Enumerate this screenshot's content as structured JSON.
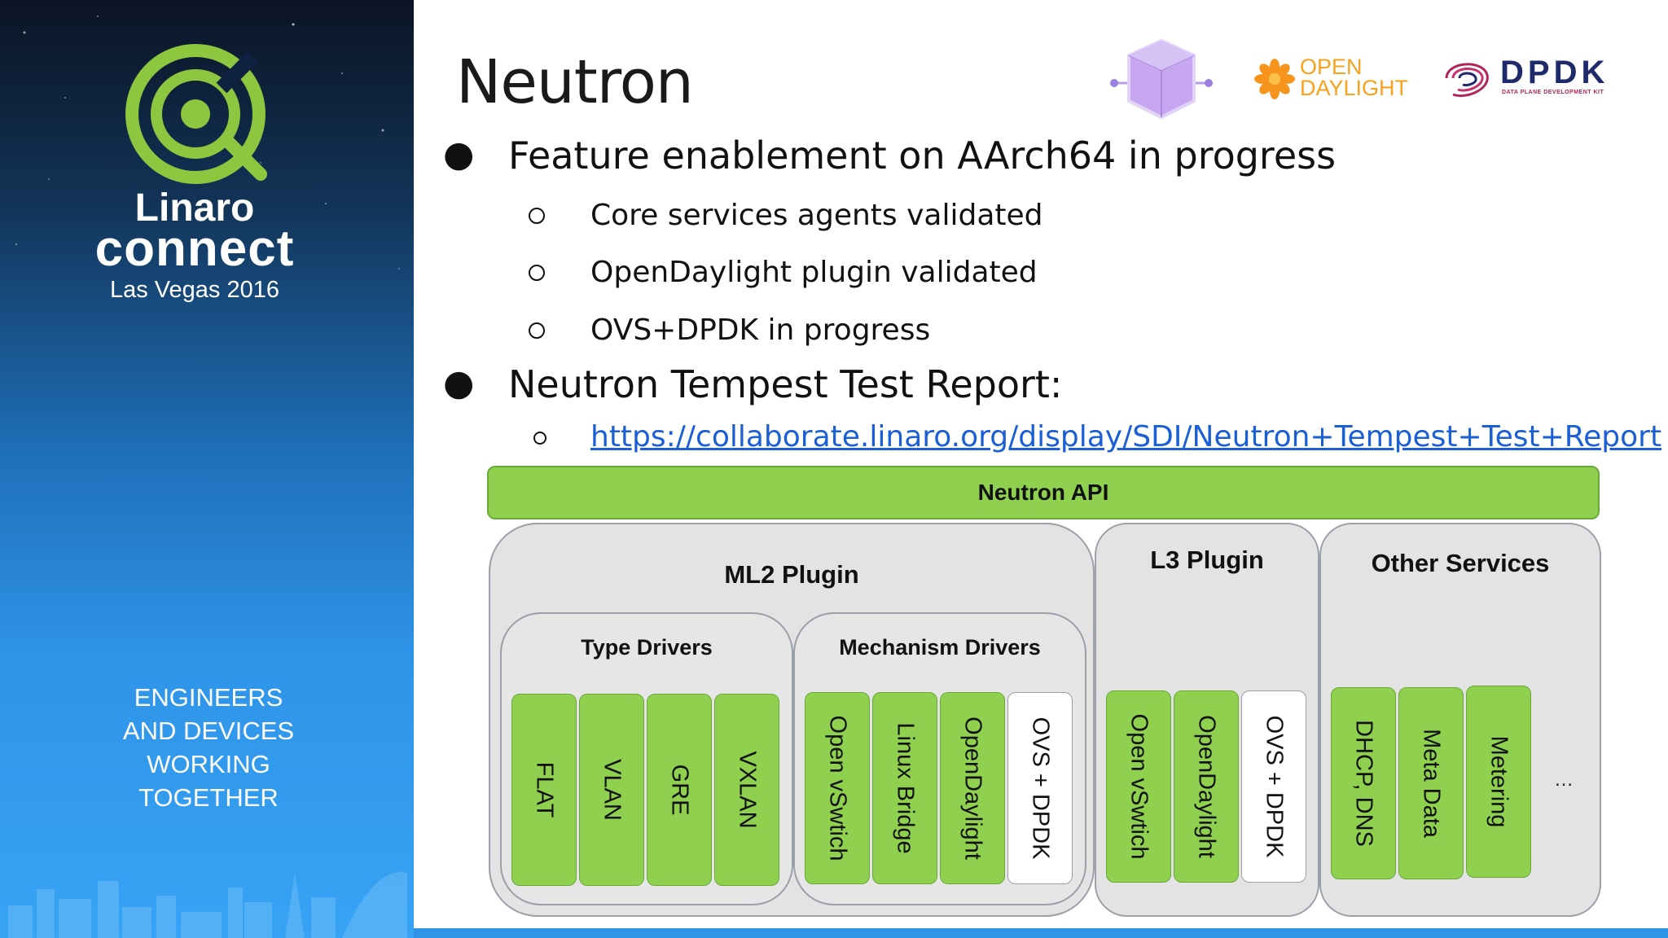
{
  "sidebar": {
    "brand_name": "Linaro",
    "brand_connect": "connect",
    "event": "Las Vegas 2016",
    "tagline": [
      "ENGINEERS",
      "AND DEVICES",
      "WORKING",
      "TOGETHER"
    ],
    "logo_icon": "linaro-ring-logo",
    "colors": {
      "logo_green": "#8dc63f",
      "gradient_top": "#0b1424",
      "gradient_bottom": "#37a3f5"
    }
  },
  "slide": {
    "title": "Neutron",
    "logos": {
      "cube": "openstack-cube-logo",
      "opendaylight_line1": "OPEN",
      "opendaylight_line2": "DAYLIGHT",
      "dpdk": "DPDK",
      "dpdk_sub": "DATA PLANE DEVELOPMENT KIT"
    },
    "bullets": [
      {
        "text": "Feature enablement on AArch64 in progress",
        "sub": [
          "Core services agents validated",
          "OpenDaylight plugin validated",
          "OVS+DPDK in progress"
        ]
      },
      {
        "text": "Neutron Tempest Test Report:",
        "sub": [
          "https://collaborate.linaro.org/display/SDI/Neutron+Tempest+Test+Report"
        ]
      }
    ]
  },
  "diagram": {
    "api": "Neutron API",
    "ml2": {
      "title": "ML2 Plugin",
      "type_drivers": {
        "title": "Type Drivers",
        "items": [
          "FLAT",
          "VLAN",
          "GRE",
          "VXLAN"
        ]
      },
      "mechanism_drivers": {
        "title": "Mechanism Drivers",
        "items": [
          "Open vSwtich",
          "Linux Bridge",
          "OpenDaylight",
          "OVS + DPDK"
        ]
      }
    },
    "l3": {
      "title": "L3 Plugin",
      "items": [
        "Open vSwtich",
        "OpenDaylight",
        "OVS + DPDK"
      ]
    },
    "other": {
      "title": "Other Services",
      "items": [
        "DHCP, DNS",
        "Meta Data",
        "Metering"
      ],
      "more": "…"
    },
    "colors": {
      "green": "#8fd14f",
      "highlight": "#ffffff",
      "group_bg": "#e3e3e3"
    }
  }
}
